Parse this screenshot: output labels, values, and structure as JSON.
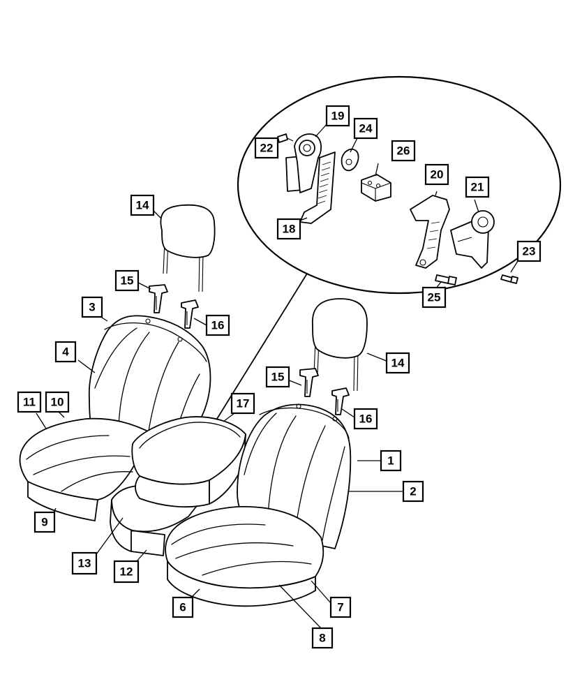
{
  "callouts": [
    {
      "id": "c1",
      "label": "1"
    },
    {
      "id": "c2",
      "label": "2"
    },
    {
      "id": "c3",
      "label": "3"
    },
    {
      "id": "c4",
      "label": "4"
    },
    {
      "id": "c6",
      "label": "6"
    },
    {
      "id": "c7",
      "label": "7"
    },
    {
      "id": "c8",
      "label": "8"
    },
    {
      "id": "c9",
      "label": "9"
    },
    {
      "id": "c10",
      "label": "10"
    },
    {
      "id": "c11",
      "label": "11"
    },
    {
      "id": "c12",
      "label": "12"
    },
    {
      "id": "c13",
      "label": "13"
    },
    {
      "id": "c14a",
      "label": "14"
    },
    {
      "id": "c14b",
      "label": "14"
    },
    {
      "id": "c15a",
      "label": "15"
    },
    {
      "id": "c15b",
      "label": "15"
    },
    {
      "id": "c16a",
      "label": "16"
    },
    {
      "id": "c16b",
      "label": "16"
    },
    {
      "id": "c17",
      "label": "17"
    },
    {
      "id": "c18",
      "label": "18"
    },
    {
      "id": "c19",
      "label": "19"
    },
    {
      "id": "c20",
      "label": "20"
    },
    {
      "id": "c21",
      "label": "21"
    },
    {
      "id": "c22",
      "label": "22"
    },
    {
      "id": "c23",
      "label": "23"
    },
    {
      "id": "c24",
      "label": "24"
    },
    {
      "id": "c25",
      "label": "25"
    },
    {
      "id": "c26",
      "label": "26"
    }
  ]
}
